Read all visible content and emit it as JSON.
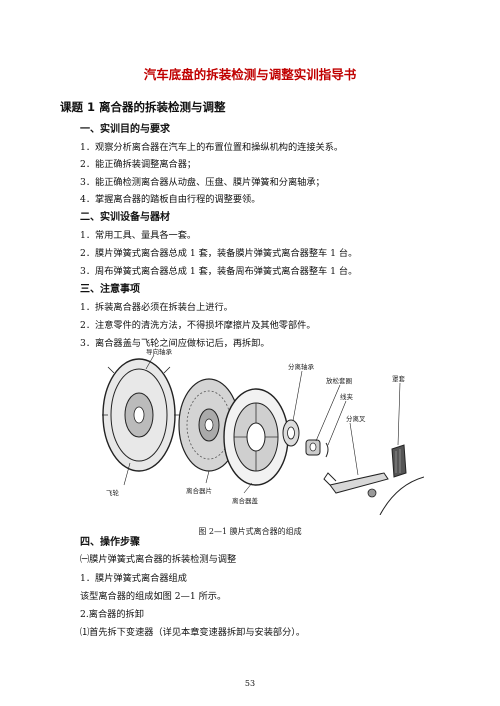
{
  "doc": {
    "title": "汽车底盘的拆装检测与调整实训指导书",
    "lesson_title": "课题 1   离合器的拆装检测与调整",
    "sections": {
      "s1": "一、实训目的与要求",
      "s2": "二、实训设备与器材",
      "s3": "三、注意事项",
      "s4": "四、操作步骤"
    },
    "s1_items": [
      "1．观察分析离合器在汽车上的布置位置和操纵机构的连接关系。",
      "2．能正确拆装调整离合器；",
      "3．能正确检测离合器从动盘、压盘、膜片弹簧和分离轴承；",
      "4．掌握离合器的踏板自由行程的调整要领。"
    ],
    "s2_items": [
      "1．常用工具、量具各一套。",
      "2．膜片弹簧式离合器总成 1 套，装备膜片弹簧式离合器整车 1 台。",
      "3．周布弹簧式离合器总成 1 套，装备周布弹簧式离合器整车 1 台。"
    ],
    "s3_items": [
      "1．拆装离合器必须在拆装台上进行。",
      "2．注意零件的清洗方法，不得损坏摩擦片及其他零部件。",
      "3．离合器盖与飞轮之间应做标记后，再拆卸。"
    ],
    "figure": {
      "caption": "图 2—1  膜片式离合器的组成",
      "labels": {
        "pilot_bearing": "导向轴承",
        "flywheel": "飞轮",
        "disc": "离合器片",
        "cover": "离合器盖",
        "release_bearing": "分离轴承",
        "sleeve": "放松套圈",
        "wire": "线夹",
        "fork": "分离叉",
        "boot": "罩套"
      }
    },
    "s4_items": [
      "㈠膜片弹簧式离合器的拆装检测与调整",
      "1．膜片弹簧式离合器组成",
      "该型离合器的组成如图 2—1 所示。",
      "2.离合器的拆卸",
      "⑴首先拆下变速器（详见本章变速器拆卸与安装部分）。"
    ],
    "page_number": "53"
  }
}
